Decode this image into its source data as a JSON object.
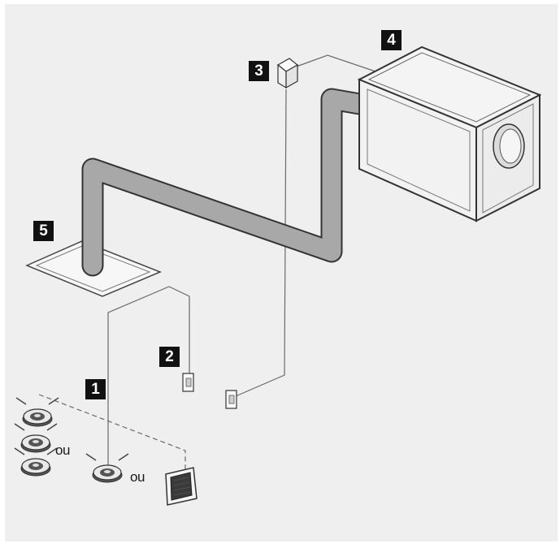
{
  "labels": {
    "num_1": "1",
    "num_2": "2",
    "num_3": "3",
    "num_4": "4",
    "num_5": "5"
  },
  "or_labels": [
    "ou",
    "ou"
  ],
  "colors": {
    "background": "#efefef",
    "duct": "#a8a8a8",
    "line": "#5a5a5a",
    "badge": "#111111"
  }
}
